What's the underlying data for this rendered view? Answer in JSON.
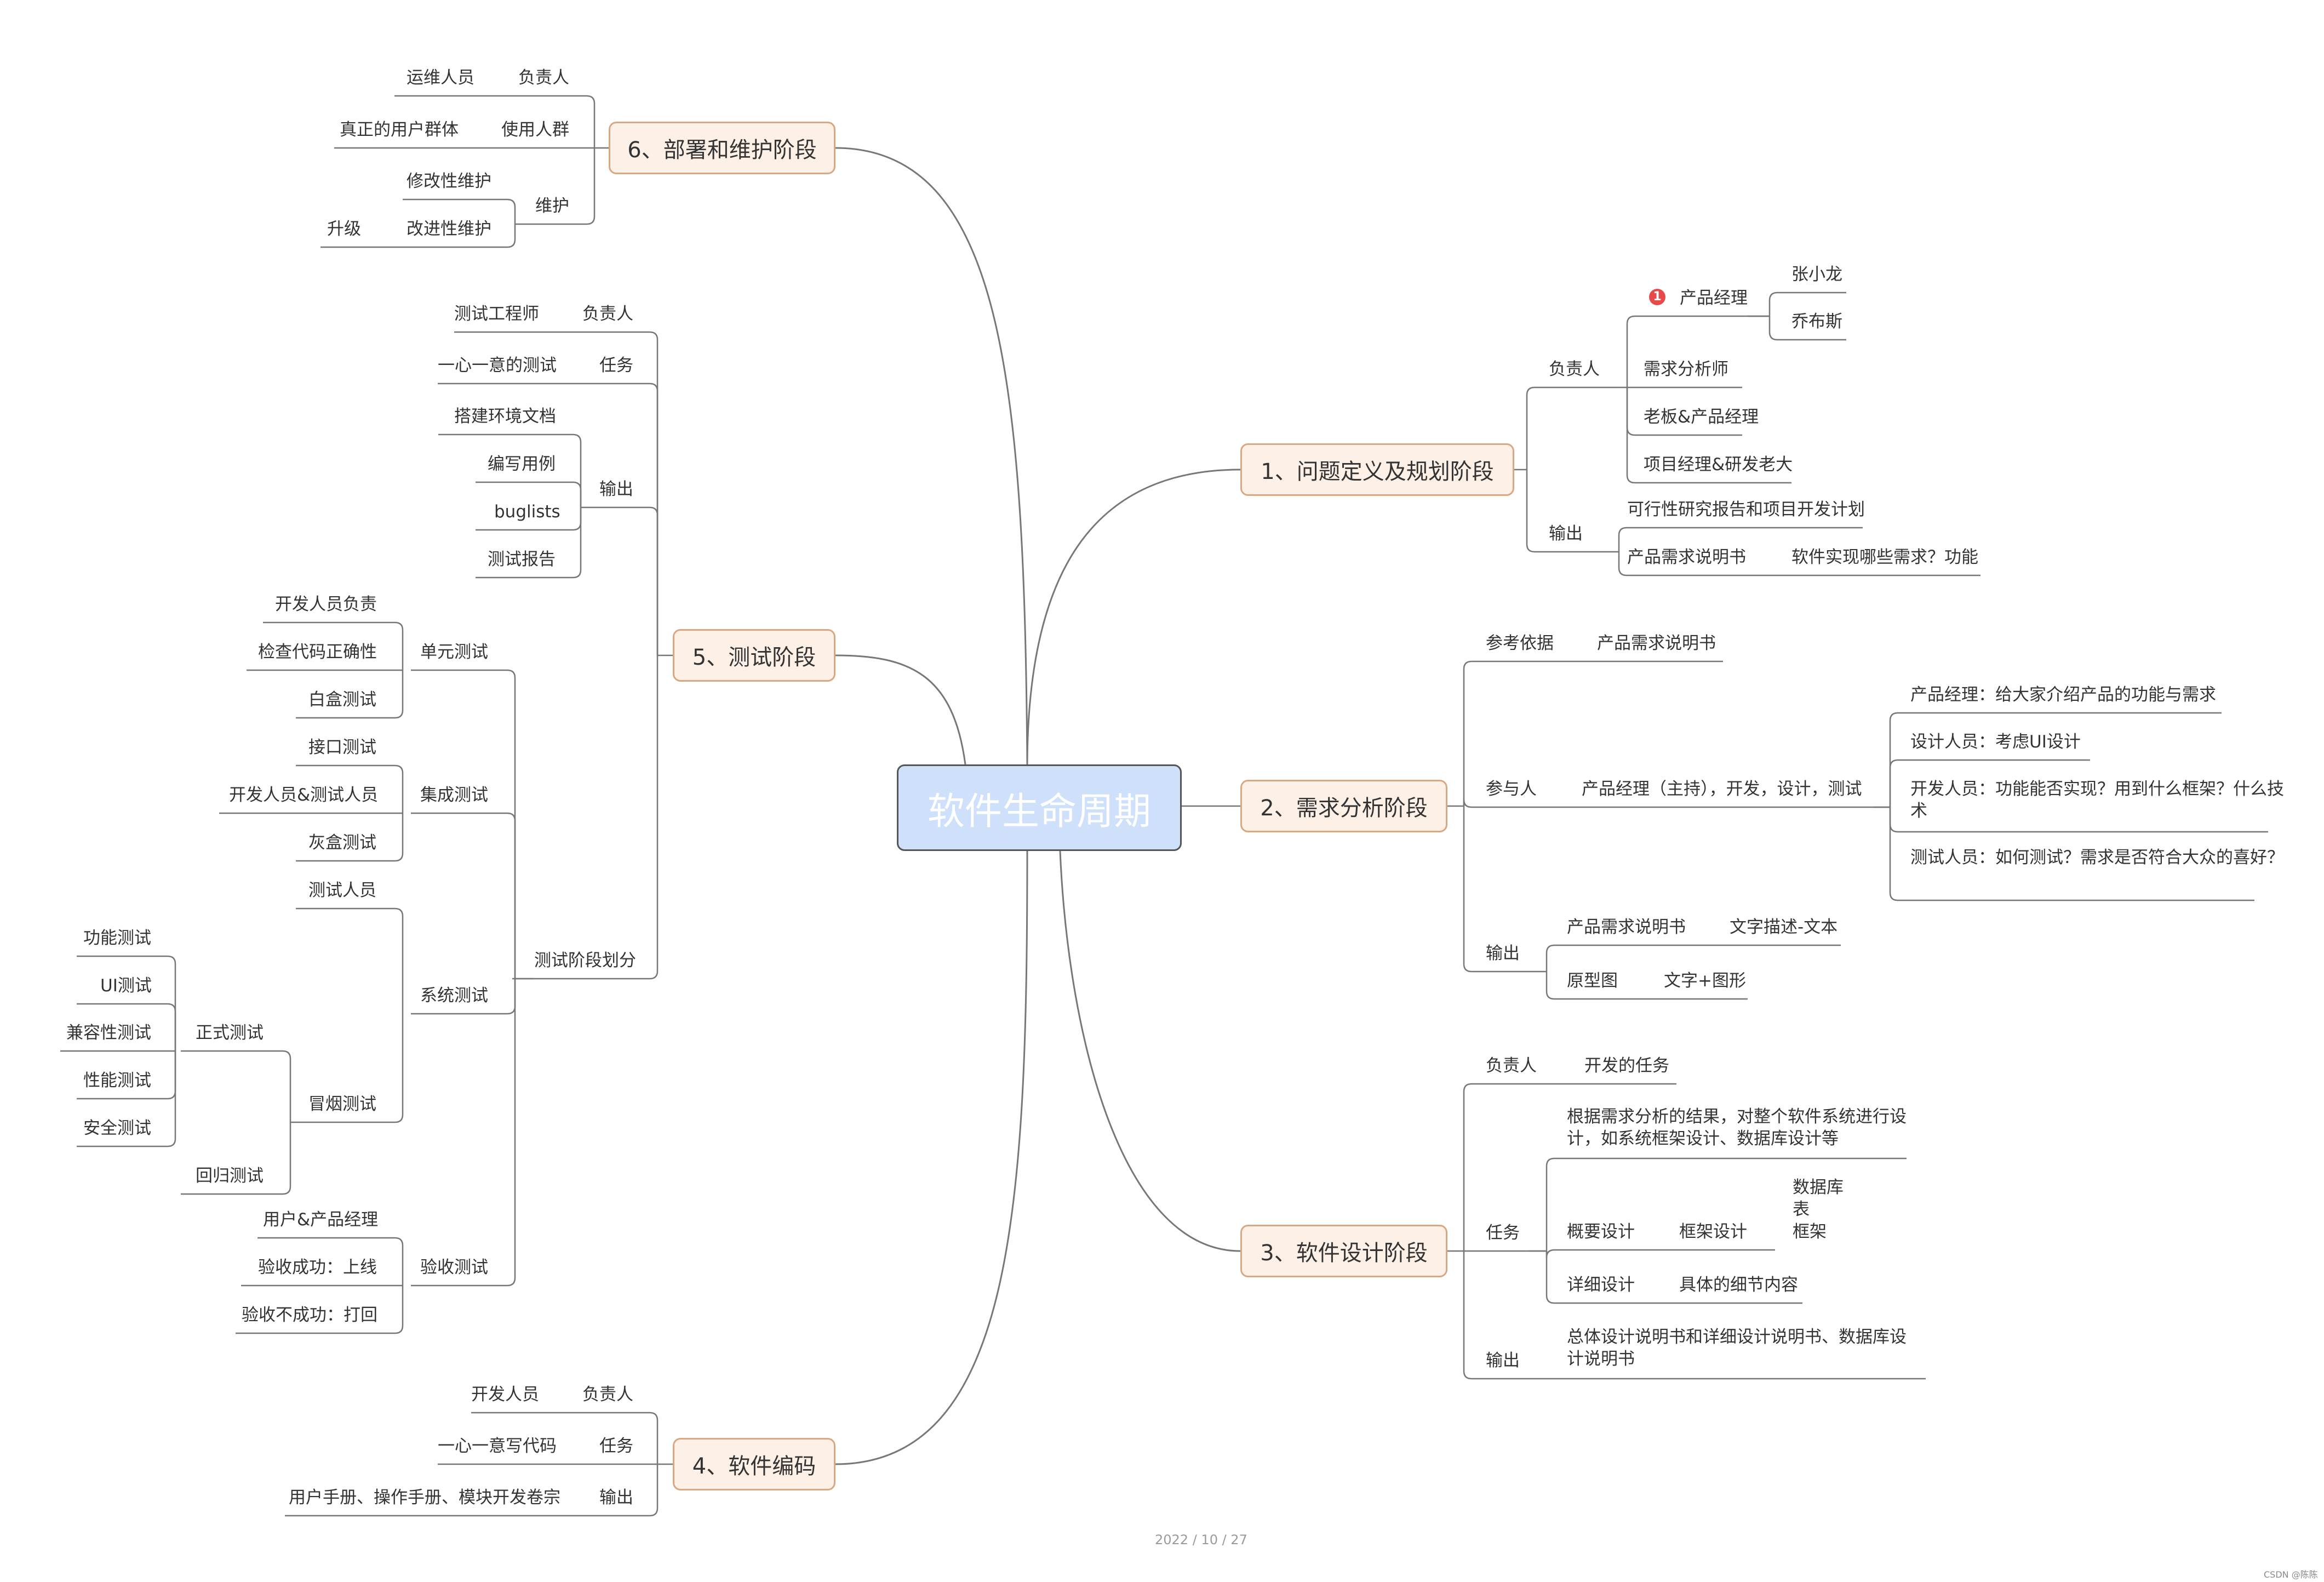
{
  "central_topic": "软件生命周期",
  "footer_date": "2022 / 10 / 27",
  "credit": "CSDN @陈陈陈",
  "colors": {
    "topic_fill": "#fdf0e6",
    "topic_border": "#d9a883",
    "center_fill": "#cfe0fb",
    "line": "#777777",
    "badge": "#e84a4a"
  },
  "stage1": {
    "title": "1、问题定义及规划阶段",
    "owner_label": "负责人",
    "pm": "产品经理",
    "pm_badge": "1",
    "pm_children": [
      "张小龙",
      "乔布斯"
    ],
    "req_analyst": "需求分析师",
    "boss_pm": "老板&产品经理",
    "proj_mgr": "项目经理&研发老大",
    "output_label": "输出",
    "output1": "可行性研究报告和项目开发计划",
    "output2": "产品需求说明书",
    "output2_child": "软件实现哪些需求？功能"
  },
  "stage2": {
    "title": "2、需求分析阶段",
    "ref_label": "参考依据",
    "ref_value": "产品需求说明书",
    "participants_label": "参与人",
    "participants_value": "产品经理（主持），开发，设计，测试",
    "roles": [
      "产品经理：给大家介绍产品的功能与需求",
      "设计人员：考虑UI设计",
      "开发人员：功能能否实现？用到什么框架？什么技术",
      "测试人员：如何测试？需求是否符合大众的喜好？"
    ],
    "output_label": "输出",
    "out1": "产品需求说明书",
    "out1_child": "文字描述-文本",
    "out2": "原型图",
    "out2_child": "文字+图形"
  },
  "stage3": {
    "title": "3、软件设计阶段",
    "owner_label": "负责人",
    "owner_value": "开发的任务",
    "task_label": "任务",
    "task_desc": "根据需求分析的结果，对整个软件系统进行设计，如系统框架设计、数据库设计等",
    "overview": "概要设计",
    "framework": "框架设计",
    "db": "数据库",
    "table": "表",
    "frame": "框架",
    "detail": "详细设计",
    "detail_child": "具体的细节内容",
    "output_label": "输出",
    "output_value": "总体设计说明书和详细设计说明书、数据库设计说明书"
  },
  "stage4": {
    "title": "4、软件编码",
    "owner_label": "负责人",
    "owner_value": "开发人员",
    "task_label": "任务",
    "task_value": "一心一意写代码",
    "output_label": "输出",
    "output_value": "用户手册、操作手册、模块开发卷宗"
  },
  "stage5": {
    "title": "5、测试阶段",
    "owner_label": "负责人",
    "owner_value": "测试工程师",
    "task_label": "任务",
    "task_value": "一心一意的测试",
    "output_label": "输出",
    "outputs": [
      "搭建环境文档",
      "编写用例",
      "buglists",
      "测试报告"
    ],
    "division_label": "测试阶段划分",
    "unit_label": "单元测试",
    "unit_items": [
      "开发人员负责",
      "检查代码正确性",
      "白盒测试"
    ],
    "integration_label": "集成测试",
    "integration_items": [
      "接口测试",
      "开发人员&测试人员",
      "灰盒测试"
    ],
    "system_label": "系统测试",
    "system_tester": "测试人员",
    "smoke_label": "冒烟测试",
    "formal_label": "正式测试",
    "formal_items": [
      "功能测试",
      "UI测试",
      "兼容性测试",
      "性能测试",
      "安全测试"
    ],
    "regression": "回归测试",
    "acceptance_label": "验收测试",
    "acceptance_items": [
      "用户&产品经理",
      "验收成功：上线",
      "验收不成功：打回"
    ]
  },
  "stage6": {
    "title": "6、部署和维护阶段",
    "owner_label": "负责人",
    "owner_value": "运维人员",
    "users_label": "使用人群",
    "users_value": "真正的用户群体",
    "maint_label": "维护",
    "maint1": "修改性维护",
    "maint2": "改进性维护",
    "maint2_child": "升级"
  }
}
